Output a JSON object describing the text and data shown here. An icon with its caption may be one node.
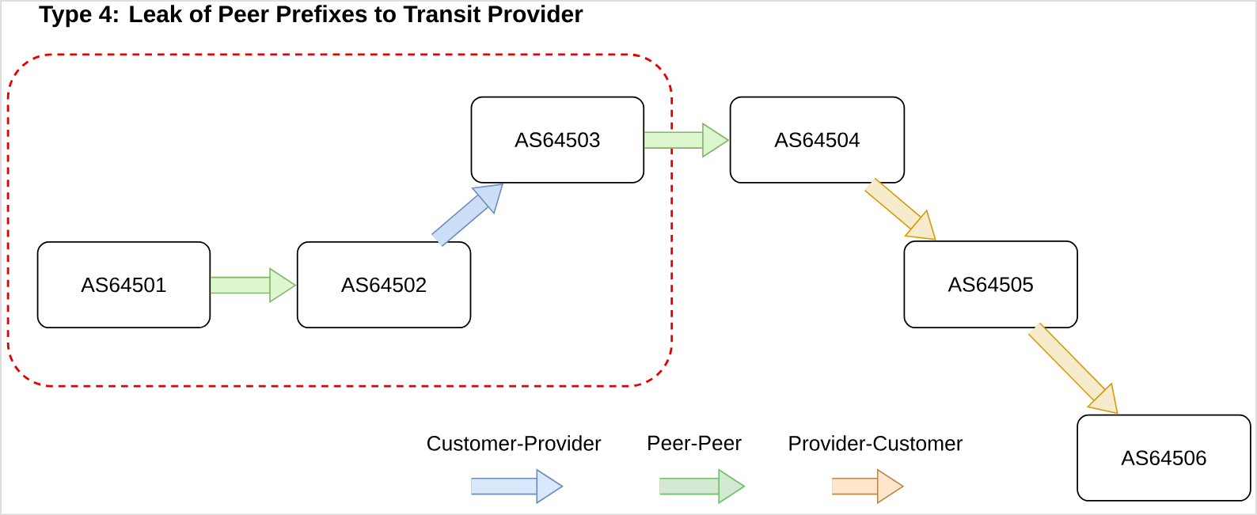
{
  "diagram": {
    "title": "Type 4: Leak of Peer Prefixes to Transit Provider",
    "nodes": [
      {
        "text": [],
        "shape": "box"
      },
      {
        "text": [
          "AS64501"
        ],
        "in": 0
      },
      {
        "text": [
          "AS64502"
        ],
        "in": 0
      },
      {
        "text": [
          "AS64503"
        ],
        "in": 0
      },
      {
        "text": [
          "AS64504"
        ]
      },
      {
        "text": [
          "AS64505"
        ]
      },
      {
        "text": [
          "AS64506"
        ]
      }
    ],
    "edges": [
      {
        "from": 1,
        "to": 2,
        "arrow": "to",
        "color": "#82b366"
      },
      {
        "from": 2,
        "to": 3,
        "arrow": "to",
        "color": "#6c8ebf"
      },
      {
        "from": 3,
        "to": 4,
        "arrow": "to",
        "color": "#82b366"
      },
      {
        "from": 4,
        "to": 5,
        "arrow": "to",
        "color": "#d79b00"
      },
      {
        "from": 5,
        "to": 6,
        "arrow": "to",
        "color": "#d79b00"
      }
    ],
    "legend": [
      {
        "text": "Customer-Provider",
        "color": "#dae8fc"
      },
      {
        "text": "Peer-Peer",
        "color": "#d5e8d4"
      },
      {
        "text": "Provider-Customer",
        "color": "#ffe6cc"
      }
    ]
  }
}
